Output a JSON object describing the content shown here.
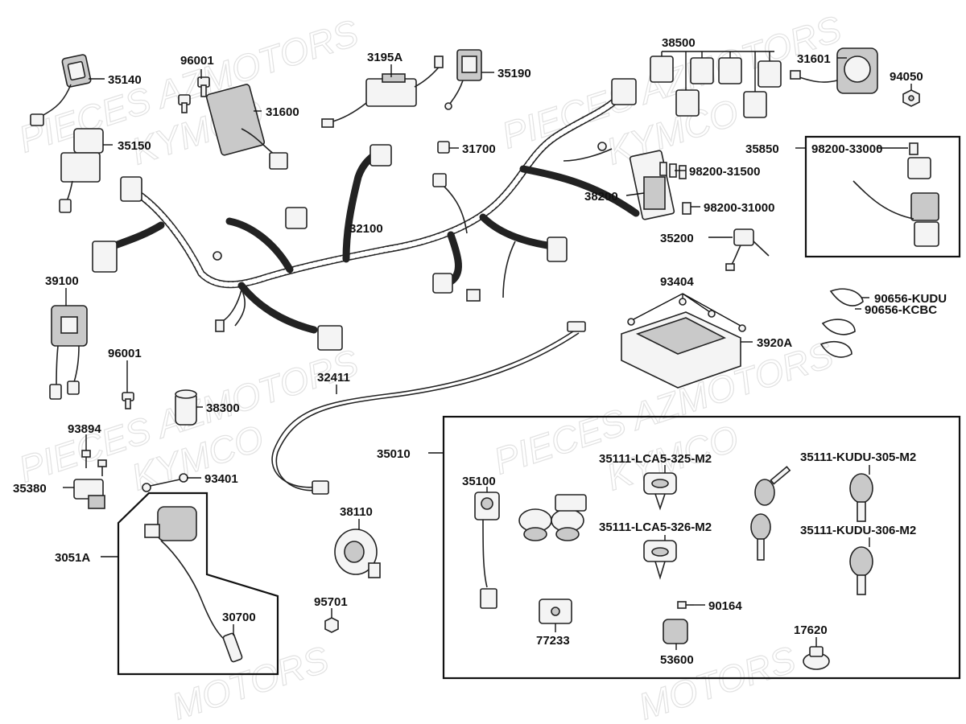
{
  "watermark": {
    "line1": "PIECES AZMOTORS",
    "line2": "KYMCO",
    "line3": "MOTORS"
  },
  "labels": {
    "p35140": "35140",
    "p96001a": "96001",
    "p3195A": "3195A",
    "p35190": "35190",
    "p38500": "38500",
    "p31601": "31601",
    "p94050": "94050",
    "p31600": "31600",
    "p35150": "35150",
    "p31700": "31700",
    "p98200_31500": "98200-31500",
    "p35850": "35850",
    "p98200_33000": "98200-33000",
    "p38200": "38200",
    "p98200_31000": "98200-31000",
    "p32100": "32100",
    "p35200": "35200",
    "p39100": "39100",
    "p93404": "93404",
    "p90656_KUDU": "90656-KUDU",
    "p90656_KCBC": "90656-KCBC",
    "p3920A": "3920A",
    "p96001b": "96001",
    "p38300": "38300",
    "p32411": "32411",
    "p93894": "93894",
    "p35010": "35010",
    "p35380": "35380",
    "p93401": "93401",
    "p35100": "35100",
    "p35111_LCA5_325": "35111-LCA5-325-M2",
    "p35111_KUDU_305": "35111-KUDU-305-M2",
    "p38110": "38110",
    "p3051A": "3051A",
    "p35111_LCA5_326": "35111-LCA5-326-M2",
    "p35111_KUDU_306": "35111-KUDU-306-M2",
    "p95701": "95701",
    "p30700": "30700",
    "p90164": "90164",
    "p77233": "77233",
    "p17620": "17620",
    "p53600": "53600"
  }
}
